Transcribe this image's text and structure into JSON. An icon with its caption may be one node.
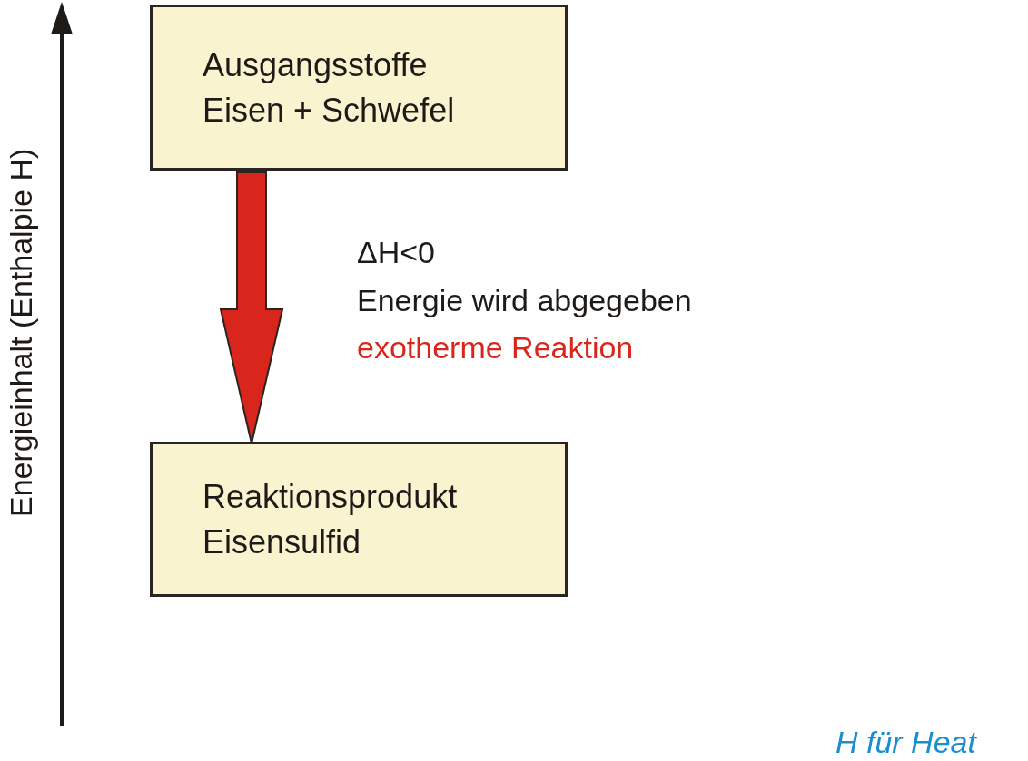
{
  "diagram": {
    "nodes": [
      {
        "text": [
          "Ausgangsstoffe",
          "Eisen + Schwefel"
        ]
      },
      {
        "text": [
          "Reaktionsprodukt",
          "Eisensulfid"
        ]
      }
    ],
    "edges": [
      {
        "from": 0,
        "to": 1,
        "arrow": "to",
        "style": "thick",
        "color": "#d9261c"
      }
    ],
    "labels": [
      "Energieinhalt (Enthalpie H)",
      "ΔH<0",
      "Energie wird abgegeben",
      "exotherme Reaktion",
      "H für Heat"
    ]
  }
}
